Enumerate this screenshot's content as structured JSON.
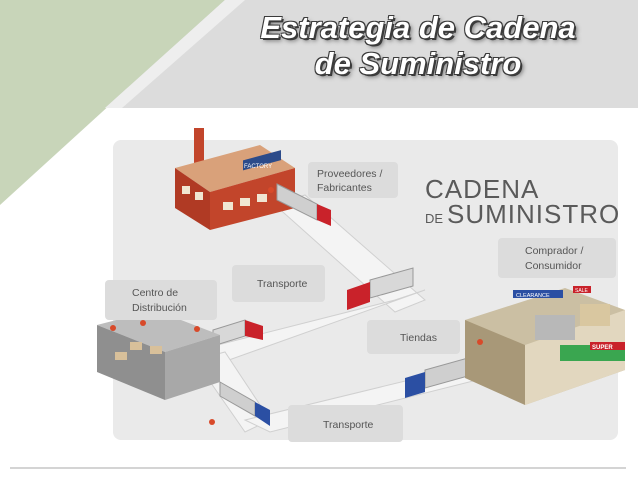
{
  "slide": {
    "title_line1": "Estrategia de Cadena",
    "title_line2": "de Suministro"
  },
  "diagram": {
    "heading_line1": "CADENA",
    "heading_prefix": "DE",
    "heading_line2": "SUMINISTRO",
    "factory_sign": "FACTORY",
    "store_sign_clearance": "CLEARANCE",
    "store_sign_sale": "SALE",
    "store_sign_super": "SUPER",
    "labels": {
      "proveedores_1": "Proveedores /",
      "proveedores_2": "Fabricantes",
      "transporte_top": "Transporte",
      "centro_1": "Centro de",
      "centro_2": "Distribución",
      "tiendas": "Tiendas",
      "comprador_1": "Comprador /",
      "comprador_2": "Consumidor",
      "transporte_bottom": "Transporte"
    }
  },
  "colors": {
    "factory_brick": "#c2452b",
    "truck_red": "#c9222a",
    "truck_blue": "#2b4fa3",
    "store_green": "#3aa650",
    "background_green": "#c8d5b9"
  }
}
